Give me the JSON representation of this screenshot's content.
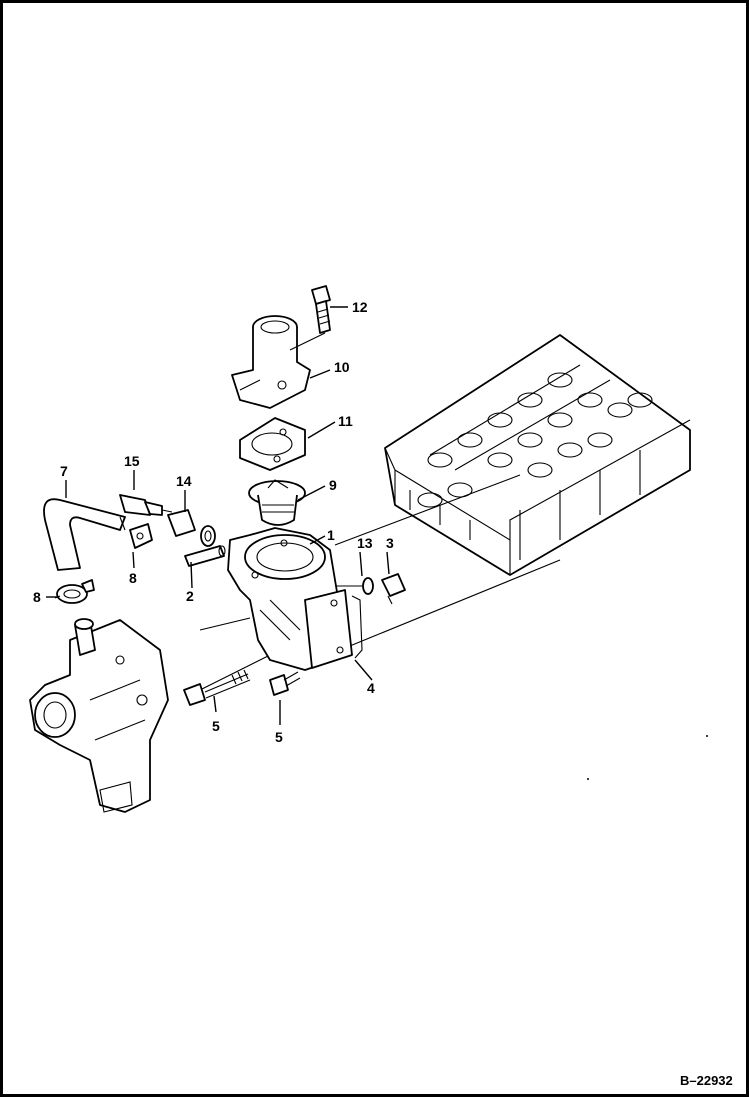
{
  "diagram": {
    "reference_code": "B–22932",
    "callouts": {
      "c1": "1",
      "c2": "2",
      "c3": "3",
      "c4": "4",
      "c5a": "5",
      "c5b": "5",
      "c7": "7",
      "c8a": "8",
      "c8b": "8",
      "c9": "9",
      "c10": "10",
      "c11": "11",
      "c12": "12",
      "c13": "13",
      "c14": "14",
      "c15": "15"
    }
  }
}
